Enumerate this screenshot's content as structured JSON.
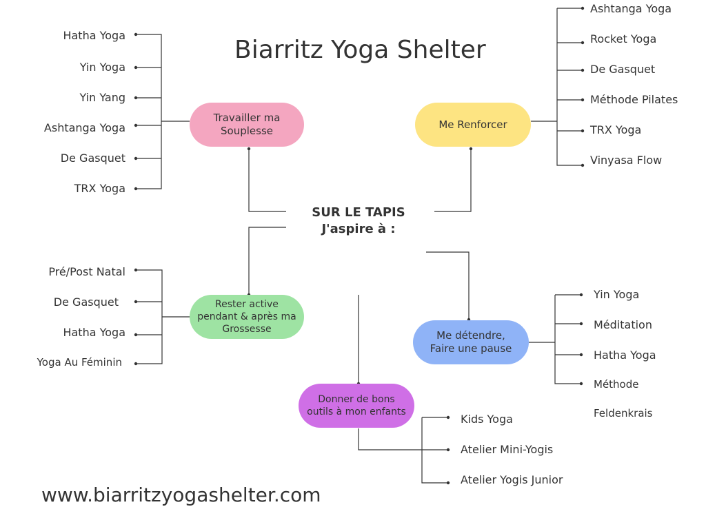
{
  "title": "Biarritz Yoga Shelter",
  "center": {
    "line1": "SUR LE TAPIS",
    "line2": "J'aspire à :"
  },
  "branches": {
    "souplesse": {
      "label": "Travailler ma\nSouplesse",
      "color": "#f4a6c0",
      "items": [
        "Hatha Yoga",
        "Yin Yoga",
        "Yin Yang",
        "Ashtanga Yoga",
        "De Gasquet",
        "TRX Yoga"
      ]
    },
    "renforcer": {
      "label": "Me Renforcer",
      "color": "#fde482",
      "items": [
        "Ashtanga Yoga",
        "Rocket Yoga",
        "De Gasquet",
        "Méthode Pilates",
        "TRX Yoga",
        "Vinyasa Flow"
      ]
    },
    "grossesse": {
      "label": "Rester active\npendant & après ma\nGrossesse",
      "color": "#9ee3a3",
      "items": [
        "Pré/Post Natal",
        "De Gasquet",
        "Hatha Yoga",
        "Yoga Au Féminin"
      ]
    },
    "detendre": {
      "label": "Me détendre,\nFaire une pause",
      "color": "#8fb3f7",
      "items": [
        "Yin Yoga",
        "Méditation",
        "Hatha Yoga",
        "Méthode",
        "Feldenkrais"
      ]
    },
    "enfants": {
      "label": "Donner de bons\noutils à mon enfants",
      "color": "#cf6fe6",
      "items": [
        "Kids Yoga",
        "Atelier Mini-Yogis",
        "Atelier Yogis Junior"
      ]
    }
  },
  "footer": "www.biarritzyogashelter.com"
}
